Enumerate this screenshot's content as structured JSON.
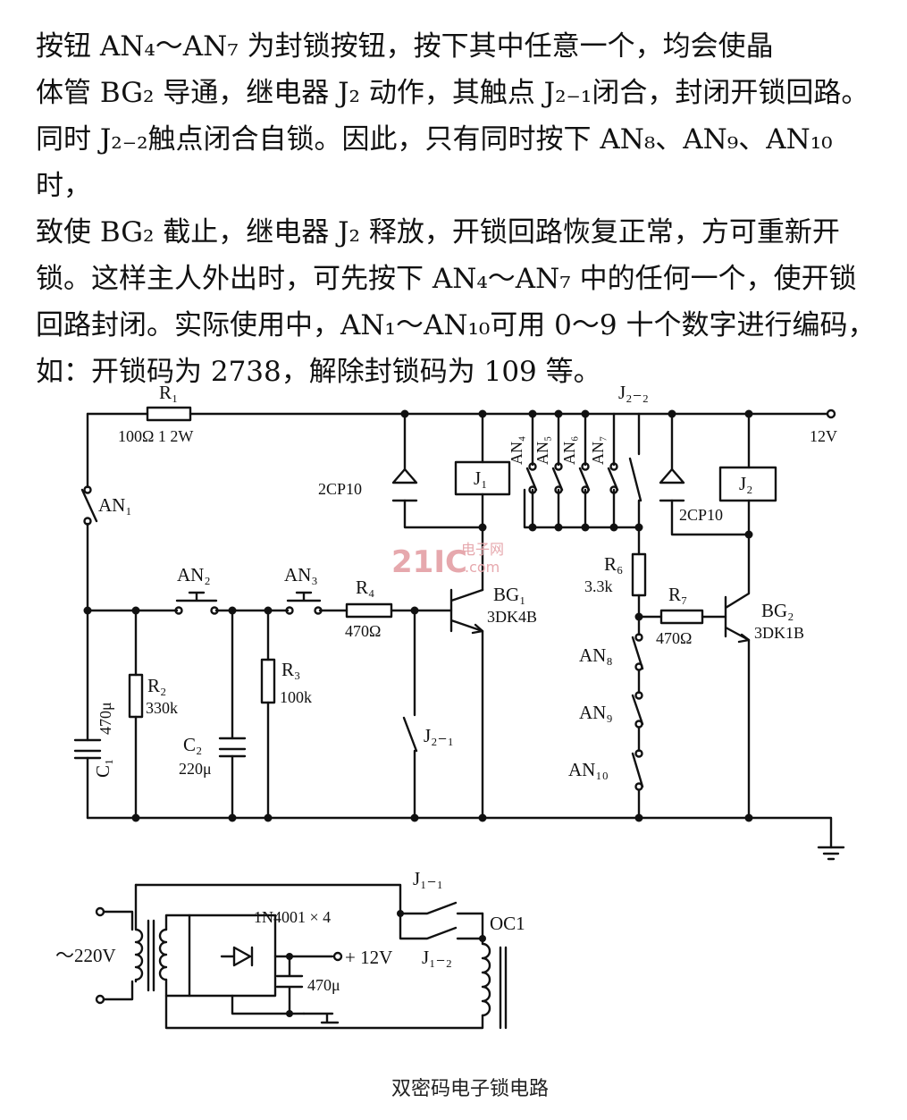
{
  "text": {
    "paragraph": "按钮 AN₄～AN₇ 为封锁按钮，按下其中任意一个，均会使晶\n体管 BG₂ 导通，继电器 J₂ 动作，其触点 J₂₋₁闭合，封闭开锁回路。\n同时 J₂₋₂触点闭合自锁。因此，只有同时按下 AN₈、AN₉、AN₁₀时，\n致使 BG₂ 截止，继电器 J₂ 释放，开锁回路恢复正常，方可重新开\n锁。这样主人外出时，可先按下 AN₄～AN₇ 中的任何一个，使开锁\n回路封闭。实际使用中，AN₁～AN₁₀可用 0～9 十个数字进行编码，\n如：开锁码为 2738，解除封锁码为 109 等。"
  },
  "diagram": {
    "labels": {
      "R1": "R₁",
      "R1_value": "100Ω 1 2W",
      "AN1": "AN₁",
      "AN2": "AN₂",
      "AN3": "AN₃",
      "R2": "R₂",
      "R2_value": "330k",
      "R3": "R₃",
      "R3_value": "100k",
      "R4": "R₄",
      "R4_value": "470Ω",
      "C1": "C₁",
      "C1_value": "470μ",
      "C2": "C₂",
      "C2_value": "220μ",
      "D1": "2CP10",
      "J1": "J₁",
      "BG1": "BG₁",
      "BG1_type": "3DK4B",
      "J2_1": "J₂₋₁",
      "J2_2": "J₂₋₂",
      "AN4": "AN₄",
      "AN5": "AN₅",
      "AN6": "AN₆",
      "AN7": "AN₇",
      "D2": "2CP10",
      "J2": "J₂",
      "R6": "R₆",
      "R6_value": "3.3k",
      "R7": "R₇",
      "R7_value": "470Ω",
      "BG2": "BG₂",
      "BG2_type": "3DK1B",
      "AN8": "AN₈",
      "AN9": "AN₉",
      "AN10": "AN₁₀",
      "supply": "12V",
      "mains": "～220V",
      "bridge": "1N4001 × 4",
      "out_v": "+ 12V",
      "C_out": "470μ",
      "J1_1": "J₁₋₁",
      "J1_2": "J₁₋₂",
      "OC1": "OC1"
    },
    "watermark": {
      "logo": "21IC",
      "sub": "电子网",
      "url": ".com"
    },
    "caption": "双密码电子锁电路"
  }
}
